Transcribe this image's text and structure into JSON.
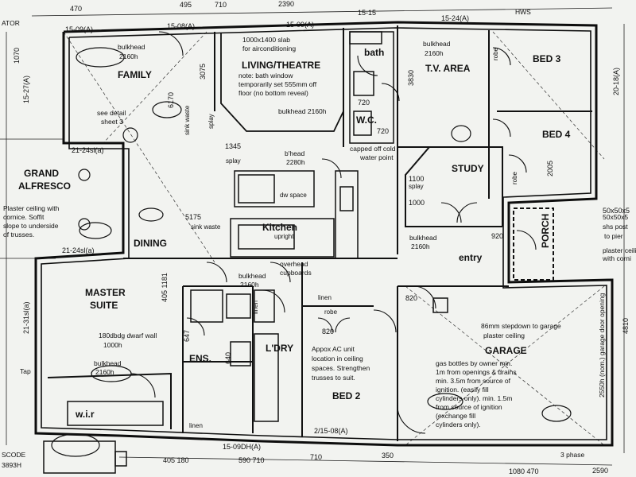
{
  "rooms": {
    "family": "FAMILY",
    "living": "LIVING/THEATRE",
    "bath": "bath",
    "wc": "W.C.",
    "tv_area": "T.V. AREA",
    "bed3": "BED 3",
    "bed4": "BED 4",
    "study": "STUDY",
    "grand": "GRAND",
    "alfresco": "ALFRESCO",
    "dining": "DINING",
    "kitchen": "Kitchen",
    "entry": "entry",
    "porch": "PORCH",
    "master": "MASTER",
    "suite": "SUITE",
    "ens": "ENS.",
    "laundry": "L'DRY",
    "bed2": "BED 2",
    "garage": "GARAGE",
    "wir": "w.i.r"
  },
  "labels": {
    "robe": "robe",
    "linen": "linen",
    "upright": "upright",
    "dw_space": "dw space",
    "sink_waste": "sink waste",
    "splay": "splay"
  },
  "notes": {
    "bulkhead": "bulkhead",
    "h2160": "2160h",
    "bulkhead_2160": "bulkhead 2160h",
    "see_detail": "see detail",
    "sheet3": "sheet 3",
    "slab": "1000x1400 slab",
    "aircon": "for airconditioning",
    "note1": "note: bath window",
    "note2": "temporarily set 555mm off",
    "note3": "floor (no bottom reveal)",
    "bhead": "b'head",
    "h2280": "2280h",
    "capped": "capped off cold",
    "water_point": "water point",
    "plaster1": "Plaster ceiling with",
    "plaster2": "cornice. Soffit",
    "plaster3": "slope to underside",
    "plaster4": "of trusses.",
    "overhead": "overhead",
    "cupboards": "cupboards",
    "dwarf": "180dbdg dwarf wall",
    "h1000": "1000h",
    "ac1": "Appox AC unit",
    "ac2": "location in ceiling",
    "ac3": "spaces. Strengthen",
    "ac4": "trusses to suit.",
    "stepdown": "86mm stepdown to garage",
    "plaster_ceiling": "plaster ceiling",
    "gas1": "gas bottles by owner min.",
    "gas2": "1m from openings & drains",
    "gas3": "min. 3.5m from source of",
    "gas4": "ignition. (easily fill",
    "gas5": "cylinders only). min. 1.5m",
    "gas6": "from source of ignition",
    "gas7": "(exchange fill",
    "gas8": "cylinders only).",
    "shs": "50x50x5",
    "shs2": "shs post",
    "shs3": "to pier",
    "plaster_ceil": "plaster ceiling",
    "with_corn": "with corni",
    "garage_door": "2550h (nom.) garage door opening",
    "scode": "SCODE",
    "scode_num": "3893H",
    "ator": "ATOR",
    "tap": "Tap",
    "phase": "3 phase",
    "hws": "HWS"
  },
  "dims": {
    "d470": "470",
    "d495": "495",
    "d710": "710",
    "d2390": "2390",
    "d1515": "15-15",
    "d1524": "15-24(A)",
    "d1509": "15-09(A)",
    "d1508": "15-08(A)",
    "d6170": "6170",
    "d3075": "3075",
    "d3830": "3830",
    "d1345": "1345",
    "d5175": "5175",
    "d1100": "1100",
    "d1000": "1000",
    "d720": "720",
    "d920": "920",
    "d820": "820",
    "d640": "640",
    "d647": "647",
    "d4051181": "405 1181",
    "d405180": "405 180",
    "d590710": "590 710",
    "d350": "350",
    "d1080470": "1080 470",
    "d2590": "2590",
    "d1509dh": "15-09DH(A)",
    "d21508": "2/15-08(A)",
    "d4810": "4810",
    "d1070": "1070",
    "d2018": "20-18(A)",
    "d2005": "2005",
    "d5050": "50x50x5",
    "d2124": "21-24sl(a)",
    "d1527": "15-27(A)",
    "d31sl": "21-31sl(a)"
  }
}
